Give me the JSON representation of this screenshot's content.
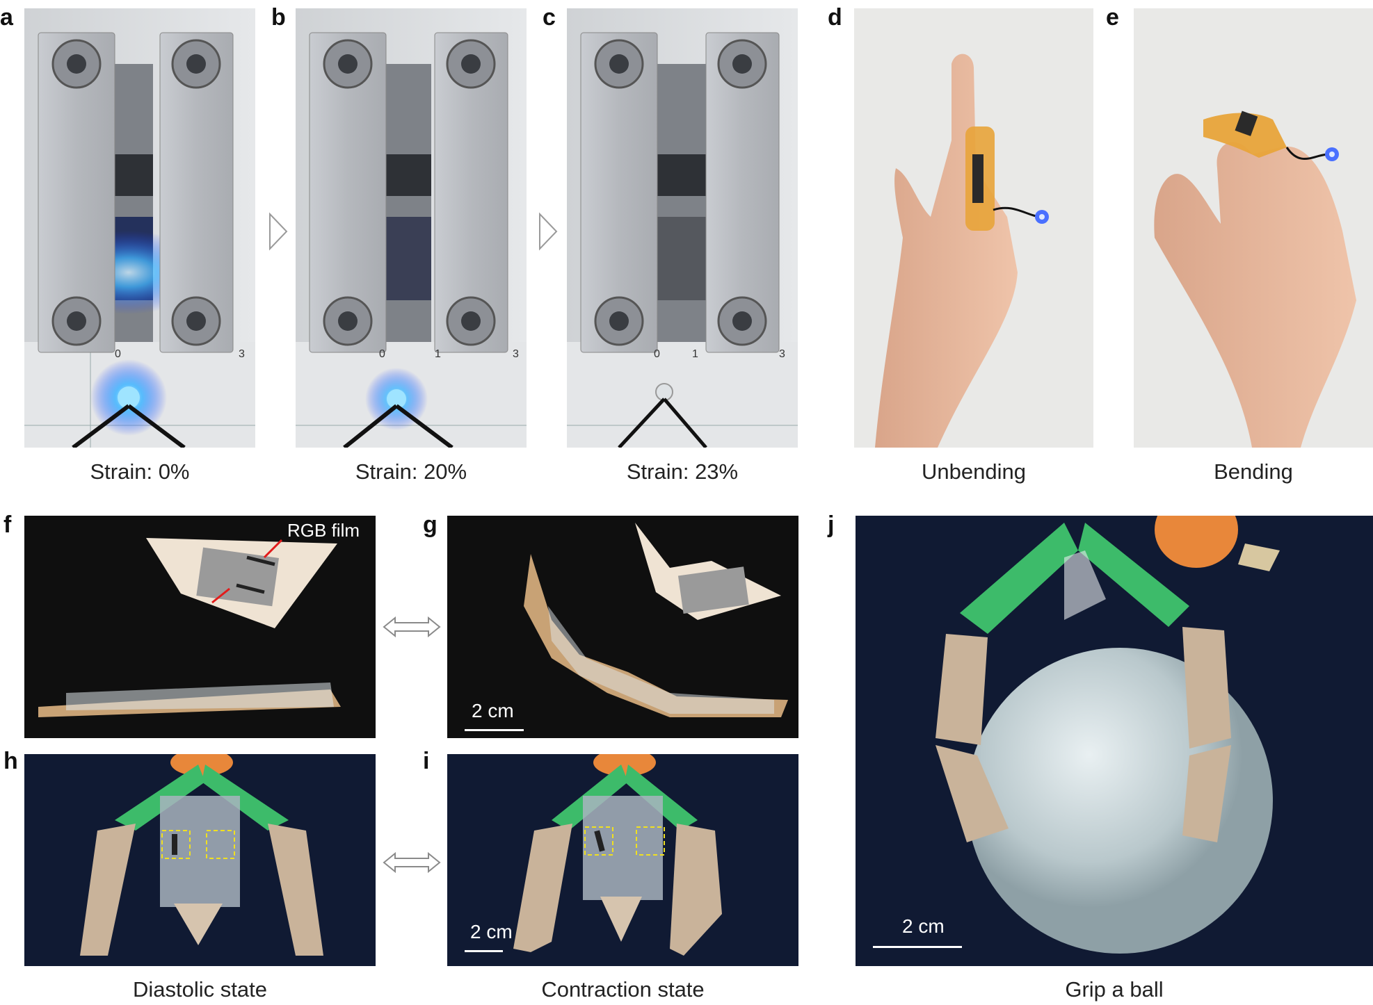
{
  "panels": {
    "a": {
      "letter": "a",
      "caption": "Strain: 0%",
      "ruler": [
        "0",
        "3"
      ]
    },
    "b": {
      "letter": "b",
      "caption": "Strain: 20%",
      "ruler": [
        "0",
        "1",
        "3"
      ]
    },
    "c": {
      "letter": "c",
      "caption": "Strain: 23%",
      "ruler": [
        "0",
        "1",
        "3"
      ]
    },
    "d": {
      "letter": "d",
      "caption": "Unbending"
    },
    "e": {
      "letter": "e",
      "caption": "Bending"
    },
    "f": {
      "letter": "f",
      "annotation": "RGB film"
    },
    "g": {
      "letter": "g",
      "scale": "2 cm"
    },
    "h": {
      "letter": "h",
      "caption": "Diastolic state"
    },
    "i": {
      "letter": "i",
      "scale": "2 cm",
      "caption": "Contraction state"
    },
    "j": {
      "letter": "j",
      "scale": "2 cm",
      "caption": "Grip a ball"
    }
  },
  "colors": {
    "led_blue": "#3fa9ff",
    "gripper_green": "#3dbb6a",
    "background_navy": "#101a33",
    "metal": "#b9bcc1",
    "tape_orange": "#e8a43a"
  }
}
